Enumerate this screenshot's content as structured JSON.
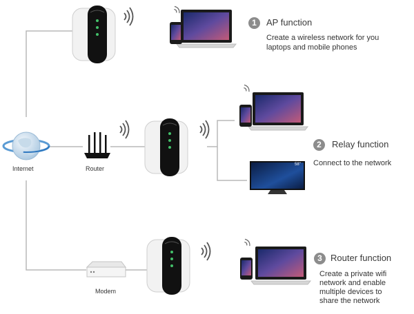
{
  "nodes": {
    "internet": "Internet",
    "router": "Router",
    "modem": "Modem"
  },
  "functions": [
    {
      "number": "1",
      "title": "AP function",
      "description_lines": [
        "Create a wireless network for you",
        "laptops and mobile phones"
      ]
    },
    {
      "number": "2",
      "title": "Relay function",
      "description_lines": [
        "Connect to the network"
      ]
    },
    {
      "number": "3",
      "title": "Router function",
      "description_lines": [
        "Create a private wifi",
        "network and enable",
        "multiple devices to",
        "share the network"
      ]
    }
  ],
  "tv": {
    "badge": "58\""
  },
  "colors": {
    "line": "#b8b8b8",
    "badge": "#8c8c8c",
    "device_black": "#111111",
    "screen_blue": "#3a5aa8"
  }
}
